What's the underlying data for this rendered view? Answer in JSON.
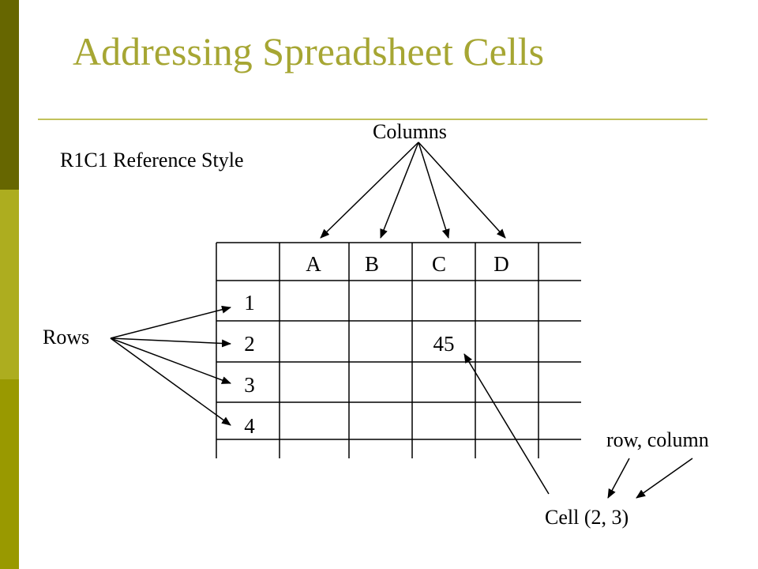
{
  "slide": {
    "title": "Addressing Spreadsheet Cells",
    "subtitle": "R1C1 Reference Style",
    "columns_label": "Columns",
    "rows_label": "Rows",
    "cell_label": "Cell (2, 3)",
    "rowcol_label": "row, column"
  },
  "grid": {
    "column_headers": [
      "A",
      "B",
      "C",
      "D"
    ],
    "row_headers": [
      "1",
      "2",
      "3",
      "4"
    ],
    "cell_value": "45"
  },
  "colors": {
    "title": "#a6a633",
    "accent_dark": "#666600",
    "accent_light": "#adad1f",
    "accent_mid": "#999900"
  }
}
